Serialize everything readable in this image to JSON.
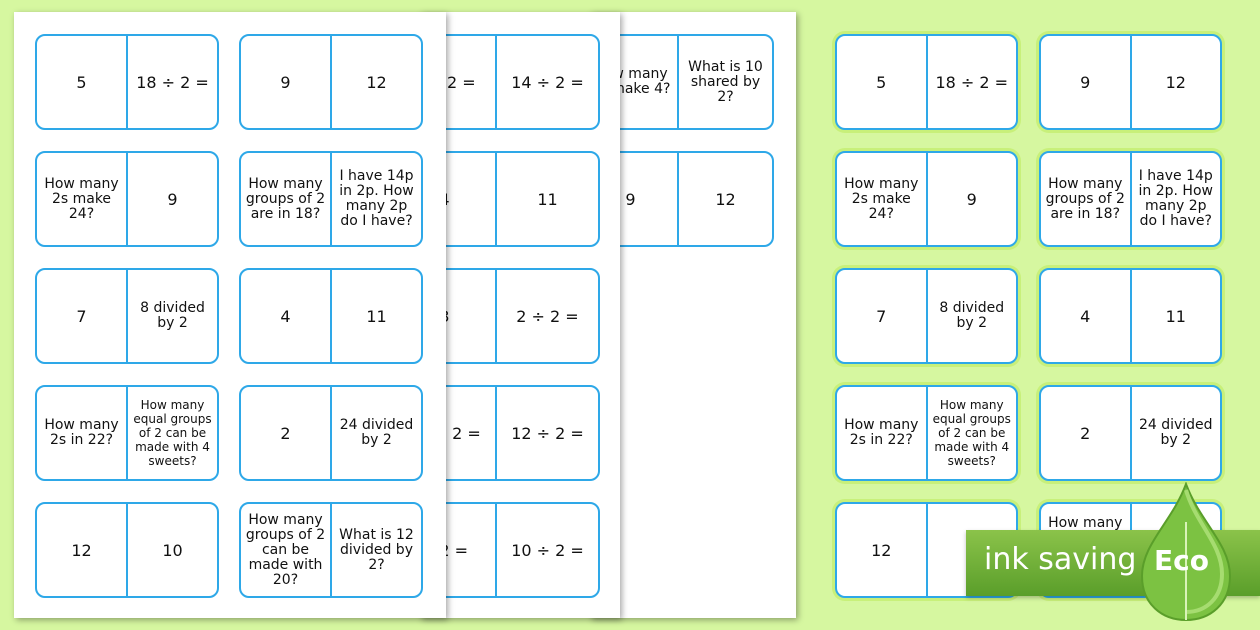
{
  "colors": {
    "background": "#d6f7a0",
    "domino_border": "#2ea8e8",
    "eco_green": "#6fb338"
  },
  "sheets": {
    "front": {
      "left_column": [
        [
          "5",
          "18 ÷ 2 ="
        ],
        [
          "How many 2s make 24?",
          "9"
        ],
        [
          "7",
          "8 divided by 2"
        ],
        [
          "How many 2s in 22?",
          "How many equal groups of 2 can be made with 4 sweets?"
        ],
        [
          "12",
          "10"
        ]
      ],
      "right_column": [
        [
          "9",
          "12"
        ],
        [
          "How many groups of 2 are in 18?",
          "I have 14p in 2p. How many 2p do I have?"
        ],
        [
          "4",
          "11"
        ],
        [
          "2",
          "24 divided by 2"
        ],
        [
          "How many groups of 2 can be made with 20?",
          "What is 12 divided by 2?"
        ]
      ]
    },
    "middle": {
      "column": [
        [
          "6 ÷ 2 =",
          "14 ÷ 2 ="
        ],
        [
          "4",
          "11"
        ],
        [
          "3",
          "2 ÷ 2 ="
        ],
        [
          "10 ÷ 2 =",
          "12 ÷ 2 ="
        ],
        [
          "÷ 2 =",
          "10 ÷ 2 ="
        ]
      ]
    },
    "back": {
      "column": [
        [
          "How many 2s make 4?",
          "What is 10 shared by 2?"
        ],
        [
          "9",
          "12"
        ]
      ]
    }
  },
  "preview": {
    "left_column": [
      [
        "5",
        "18 ÷ 2 ="
      ],
      [
        "How many 2s make 24?",
        "9"
      ],
      [
        "7",
        "8 divided by 2"
      ],
      [
        "How many 2s in 22?",
        "How many equal groups of 2 can be made with 4 sweets?"
      ],
      [
        "12",
        "1"
      ]
    ],
    "right_column": [
      [
        "9",
        "12"
      ],
      [
        "How many groups of 2 are in 18?",
        "I have 14p in 2p. How many 2p do I have?"
      ],
      [
        "4",
        "11"
      ],
      [
        "2",
        "24 divided by 2"
      ],
      [
        "How many",
        ""
      ]
    ]
  },
  "eco_badge": {
    "text": "ink saving",
    "label": "Eco",
    "icon": "leaf-drop-icon"
  }
}
